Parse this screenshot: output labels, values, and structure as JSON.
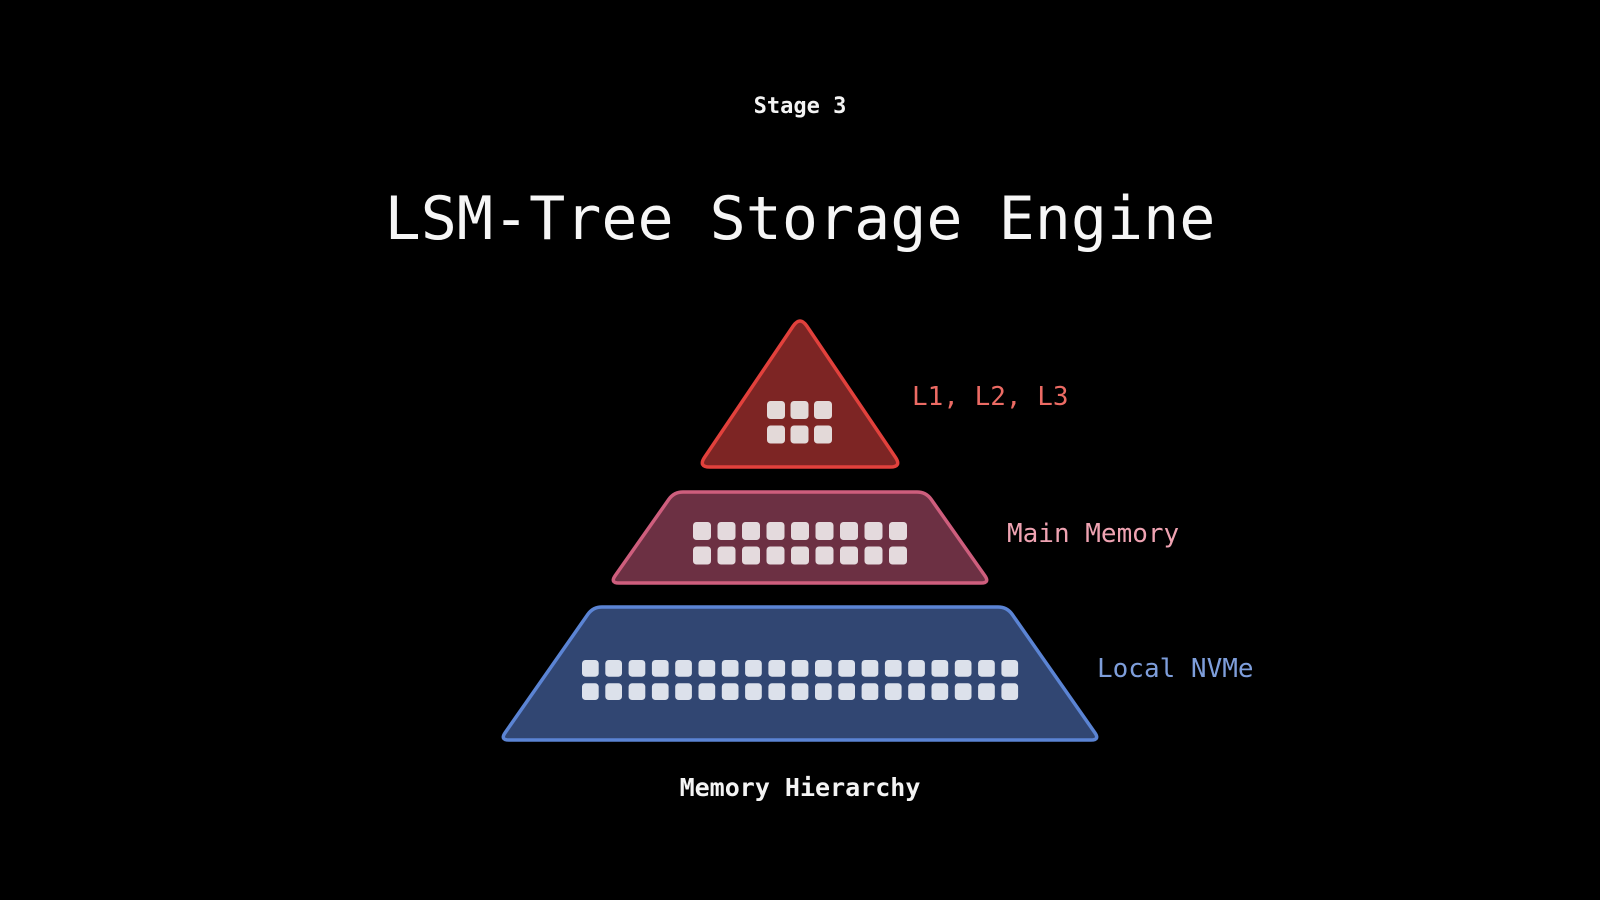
{
  "header": {
    "stage": "Stage 3",
    "title": "LSM-Tree Storage Engine"
  },
  "footer": {
    "caption": "Memory Hierarchy"
  },
  "colors": {
    "background": "#000000",
    "heading_text": "#F4F4F4"
  },
  "pyramid": {
    "description": "Three-tier memory hierarchy pyramid",
    "layers": [
      {
        "name": "cpu-caches",
        "label": "L1, L2, L3",
        "label_color": "#EC6B64",
        "fill_color": "#7D2524",
        "border_color": "#E2413C",
        "cell_color": "#E3D9D8",
        "cells": {
          "rows": 2,
          "cols": 3
        }
      },
      {
        "name": "main-memory",
        "label": "Main Memory",
        "label_color": "#EFA3B2",
        "fill_color": "#6C3043",
        "border_color": "#CE5E7D",
        "cell_color": "#E4DADD",
        "cells": {
          "rows": 2,
          "cols": 9
        }
      },
      {
        "name": "local-nvme",
        "label": "Local NVMe",
        "label_color": "#7E9EDB",
        "fill_color": "#314672",
        "border_color": "#5B84D4",
        "cell_color": "#DCE1EB",
        "cells": {
          "rows": 2,
          "cols": 19
        }
      }
    ]
  }
}
